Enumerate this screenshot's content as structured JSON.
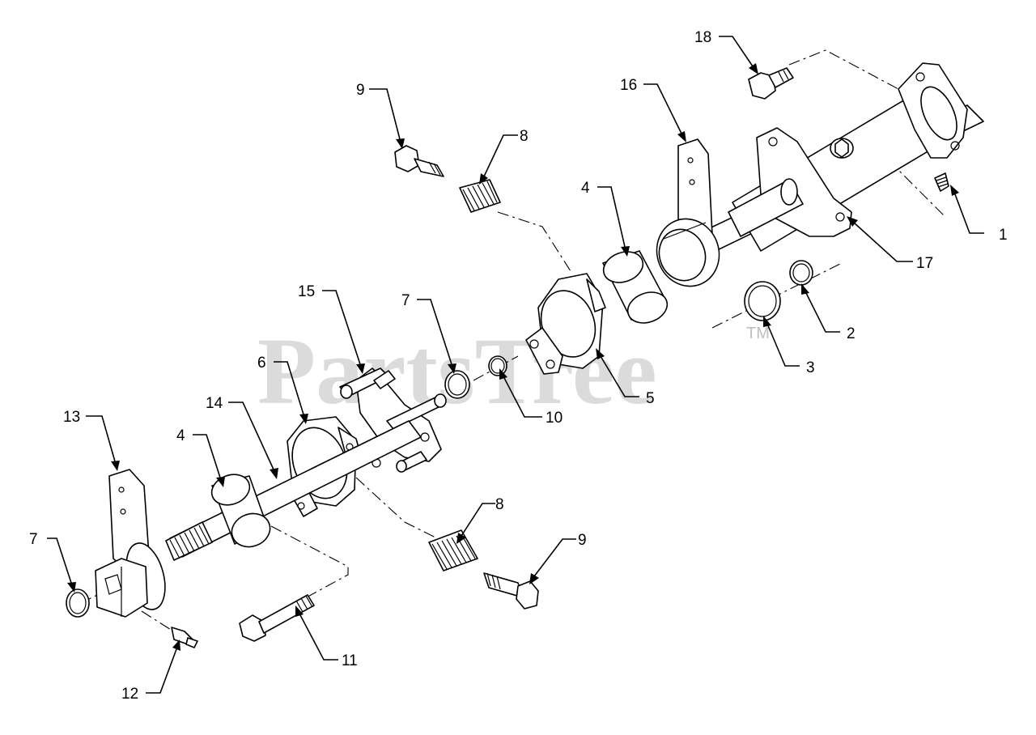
{
  "watermark": {
    "text": "PartsTree",
    "trademark": "TM"
  },
  "callouts": [
    {
      "id": "c1",
      "label": "1"
    },
    {
      "id": "c2",
      "label": "2"
    },
    {
      "id": "c3",
      "label": "3"
    },
    {
      "id": "c4a",
      "label": "4"
    },
    {
      "id": "c4b",
      "label": "4"
    },
    {
      "id": "c5",
      "label": "5"
    },
    {
      "id": "c6",
      "label": "6"
    },
    {
      "id": "c7a",
      "label": "7"
    },
    {
      "id": "c7b",
      "label": "7"
    },
    {
      "id": "c8a",
      "label": "8"
    },
    {
      "id": "c8b",
      "label": "8"
    },
    {
      "id": "c9a",
      "label": "9"
    },
    {
      "id": "c9b",
      "label": "9"
    },
    {
      "id": "c10",
      "label": "10"
    },
    {
      "id": "c11",
      "label": "11"
    },
    {
      "id": "c12",
      "label": "12"
    },
    {
      "id": "c13",
      "label": "13"
    },
    {
      "id": "c14",
      "label": "14"
    },
    {
      "id": "c15",
      "label": "15"
    },
    {
      "id": "c16",
      "label": "16"
    },
    {
      "id": "c17",
      "label": "17"
    },
    {
      "id": "c18",
      "label": "18"
    }
  ]
}
